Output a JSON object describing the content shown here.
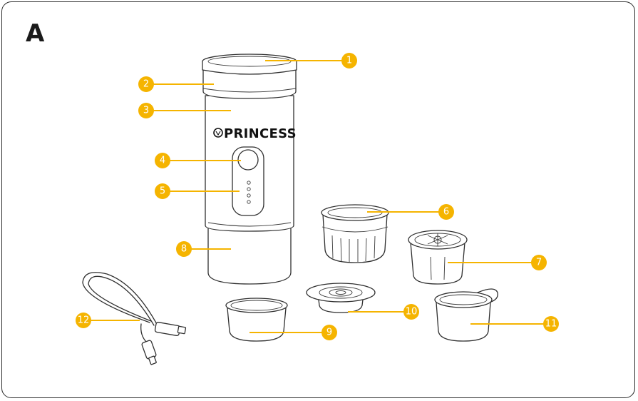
{
  "section_letter": "A",
  "brand_text": "PRINCESS",
  "accent_color": "#f5b400",
  "callouts": [
    "1",
    "2",
    "3",
    "4",
    "5",
    "6",
    "7",
    "8",
    "9",
    "10",
    "11",
    "12"
  ]
}
